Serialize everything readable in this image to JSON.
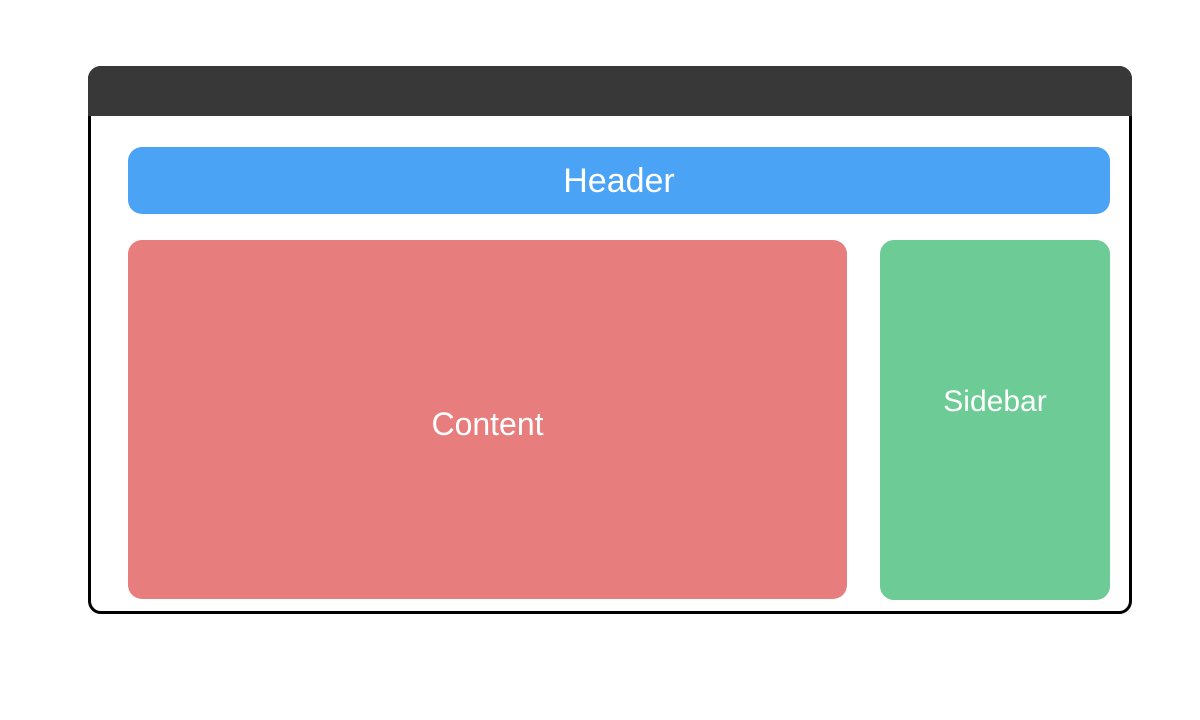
{
  "page": {
    "background_color": "#ffffff",
    "diagram_type": "layout-wireframe"
  },
  "window": {
    "border_color": "#000000",
    "body_color": "#ffffff",
    "title_bar": {
      "title": "",
      "color": "#383838"
    }
  },
  "layout_blocks": [
    {
      "id": "header",
      "label": "Header",
      "color": "#4ba3f5",
      "text_color": "#ffffff",
      "region": "top-full-width"
    },
    {
      "id": "content",
      "label": "Content",
      "color": "#e87d7d",
      "text_color": "#ffffff",
      "region": "main-left"
    },
    {
      "id": "sidebar",
      "label": "Sidebar",
      "color": "#6dcb95",
      "text_color": "#ffffff",
      "region": "main-right"
    }
  ]
}
